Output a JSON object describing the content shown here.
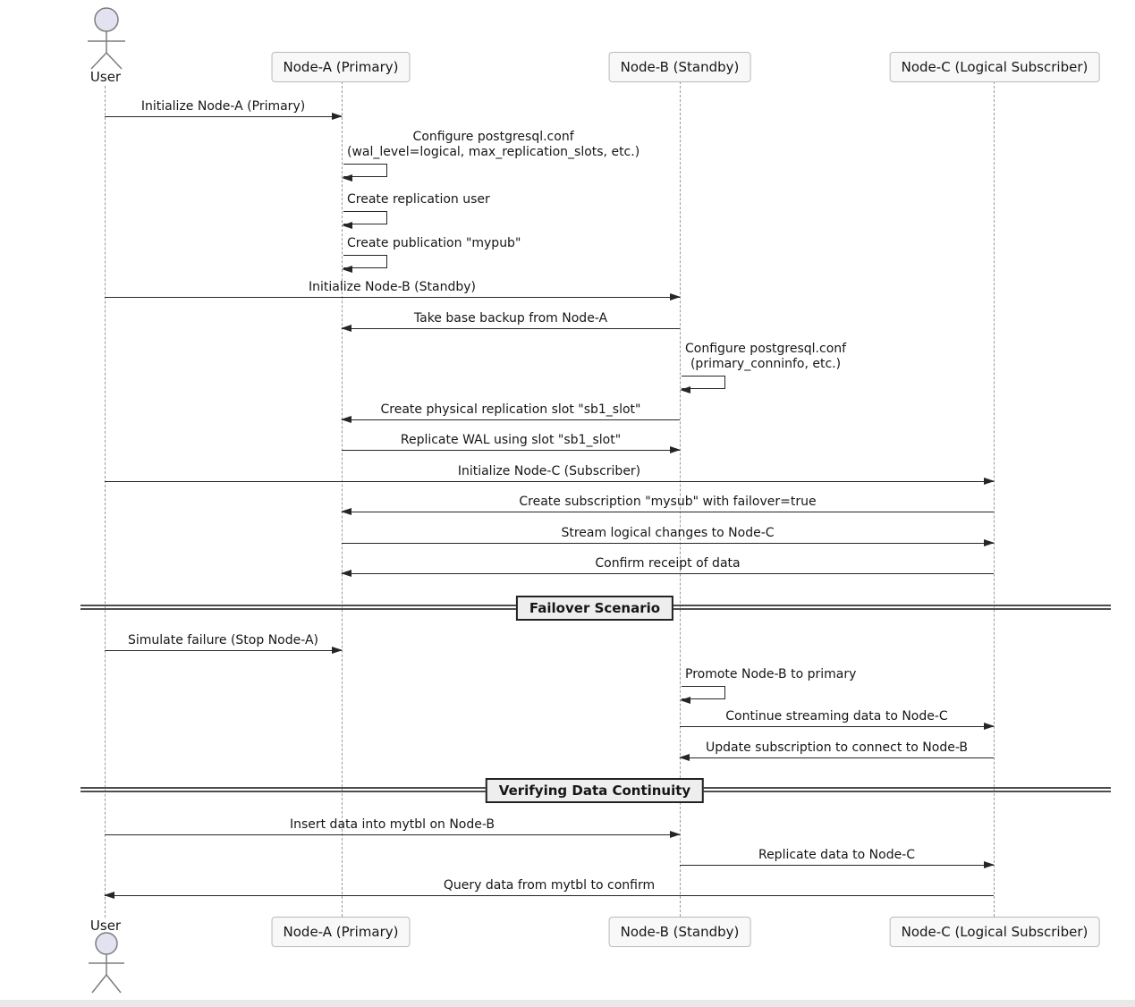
{
  "actors": [
    {
      "label": "User",
      "type": "actor"
    },
    {
      "label": "Node-A (Primary)",
      "type": "participant"
    },
    {
      "label": "Node-B (Standby)",
      "type": "participant"
    },
    {
      "label": "Node-C (Logical Subscriber)",
      "type": "participant"
    }
  ],
  "messages": [
    {
      "label": "Initialize Node-A (Primary)",
      "from": "User",
      "to": "Node-A",
      "kind": "arrow"
    },
    {
      "label": "Configure postgresql.conf\n(wal_level=logical, max_replication_slots, etc.)",
      "from": "Node-A",
      "to": "Node-A",
      "kind": "self"
    },
    {
      "label": "Create replication user",
      "from": "Node-A",
      "to": "Node-A",
      "kind": "self"
    },
    {
      "label": "Create publication \"mypub\"",
      "from": "Node-A",
      "to": "Node-A",
      "kind": "self"
    },
    {
      "label": "Initialize Node-B (Standby)",
      "from": "User",
      "to": "Node-B",
      "kind": "arrow"
    },
    {
      "label": "Take base backup from Node-A",
      "from": "Node-B",
      "to": "Node-A",
      "kind": "arrow"
    },
    {
      "label": "Configure postgresql.conf\n(primary_conninfo, etc.)",
      "from": "Node-B",
      "to": "Node-B",
      "kind": "self"
    },
    {
      "label": "Create physical replication slot \"sb1_slot\"",
      "from": "Node-B",
      "to": "Node-A",
      "kind": "arrow"
    },
    {
      "label": "Replicate WAL using slot \"sb1_slot\"",
      "from": "Node-A",
      "to": "Node-B",
      "kind": "arrow"
    },
    {
      "label": "Initialize Node-C (Subscriber)",
      "from": "User",
      "to": "Node-C",
      "kind": "arrow"
    },
    {
      "label": "Create subscription \"mysub\" with failover=true",
      "from": "Node-C",
      "to": "Node-A",
      "kind": "arrow"
    },
    {
      "label": "Stream logical changes to Node-C",
      "from": "Node-A",
      "to": "Node-C",
      "kind": "arrow"
    },
    {
      "label": "Confirm receipt of data",
      "from": "Node-C",
      "to": "Node-A",
      "kind": "arrow"
    },
    {
      "label": "Simulate failure (Stop Node-A)",
      "from": "User",
      "to": "Node-A",
      "kind": "arrow"
    },
    {
      "label": "Promote Node-B to primary",
      "from": "Node-B",
      "to": "Node-B",
      "kind": "self"
    },
    {
      "label": "Continue streaming data to Node-C",
      "from": "Node-B",
      "to": "Node-C",
      "kind": "arrow"
    },
    {
      "label": "Update subscription to connect to Node-B",
      "from": "Node-C",
      "to": "Node-B",
      "kind": "arrow"
    },
    {
      "label": "Insert data into mytbl on Node-B",
      "from": "User",
      "to": "Node-B",
      "kind": "arrow"
    },
    {
      "label": "Replicate data to Node-C",
      "from": "Node-B",
      "to": "Node-C",
      "kind": "arrow"
    },
    {
      "label": "Query data from mytbl to confirm",
      "from": "Node-C",
      "to": "User",
      "kind": "arrow"
    }
  ],
  "dividers": [
    {
      "label": "Failover Scenario"
    },
    {
      "label": "Verifying Data Continuity"
    }
  ],
  "colors": {
    "background": "#ffffff",
    "lifeline": "#999999",
    "arrow": "#262626",
    "participant_fill": "#f8f8f8",
    "participant_border": "#bcbcbc",
    "actor_head_fill": "#e2e2f0",
    "actor_stroke": "#7d7d7d",
    "divider_fill": "#eeeeee",
    "divider_border": "#222222",
    "text": "#161616"
  }
}
